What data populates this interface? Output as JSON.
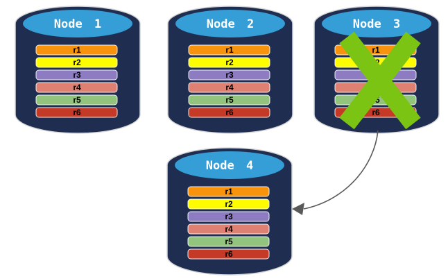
{
  "nodes": [
    {
      "title": "Node 1",
      "failed": false,
      "replicas": [
        "r1",
        "r2",
        "r3",
        "r4",
        "r5",
        "r6"
      ]
    },
    {
      "title": "Node 2",
      "failed": false,
      "replicas": [
        "r1",
        "r2",
        "r3",
        "r4",
        "r5",
        "r6"
      ]
    },
    {
      "title": "Node 3",
      "failed": true,
      "replicas": [
        "r1",
        "r2",
        "r3",
        "r4",
        "r5",
        "r6"
      ]
    },
    {
      "title": "Node 4",
      "failed": false,
      "replicas": [
        "r1",
        "r2",
        "r3",
        "r4",
        "r5",
        "r6"
      ]
    }
  ],
  "replica_colors": [
    "#F7930D",
    "#FDFD00",
    "#8E7CC3",
    "#DF8172",
    "#93C47D",
    "#C43A27"
  ],
  "palette": {
    "cylinder_body": "#1F2E50",
    "cylinder_top": "#359ED6",
    "cylinder_outline": "#D5D5D5",
    "title_text": "#FFFFFF",
    "bar_label_text": "#000000",
    "failure_x": "#7CC414",
    "arrow": "#595959",
    "background": "#FFFFFF"
  },
  "failure": {
    "failed_node": "Node 3"
  },
  "arrow": {
    "from": "Node 3",
    "to": "Node 4"
  }
}
